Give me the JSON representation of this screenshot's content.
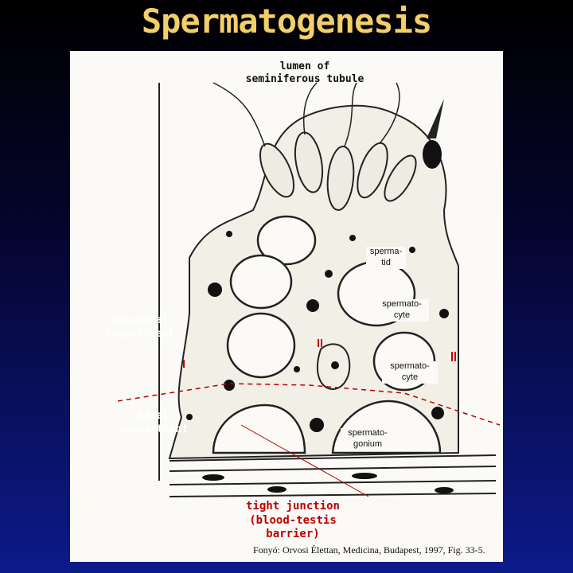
{
  "title": "Spermatogenesis",
  "colors": {
    "title": "#f3cf6a",
    "side_text": "#ffffff",
    "junction": "#bb0000",
    "panel": "#fbfaf6"
  },
  "labels": {
    "lumen": "lumen of seminiferous tubule",
    "spermatid": "sperma- tid",
    "spermatocyte_upper": "spermato- cyte",
    "spermatocyte_lower": "spermato- cyte",
    "spermatogonium": "spermato- gonium",
    "tight_junction": "tight junction (blood-testis barrier)",
    "citation": "Fonyó: Orvosi Élettan, Medicina, Budapest, 1997, Fig. 33-5."
  },
  "side_labels": {
    "adluminal": "adluminal compartment",
    "basal": "basal compartment"
  }
}
